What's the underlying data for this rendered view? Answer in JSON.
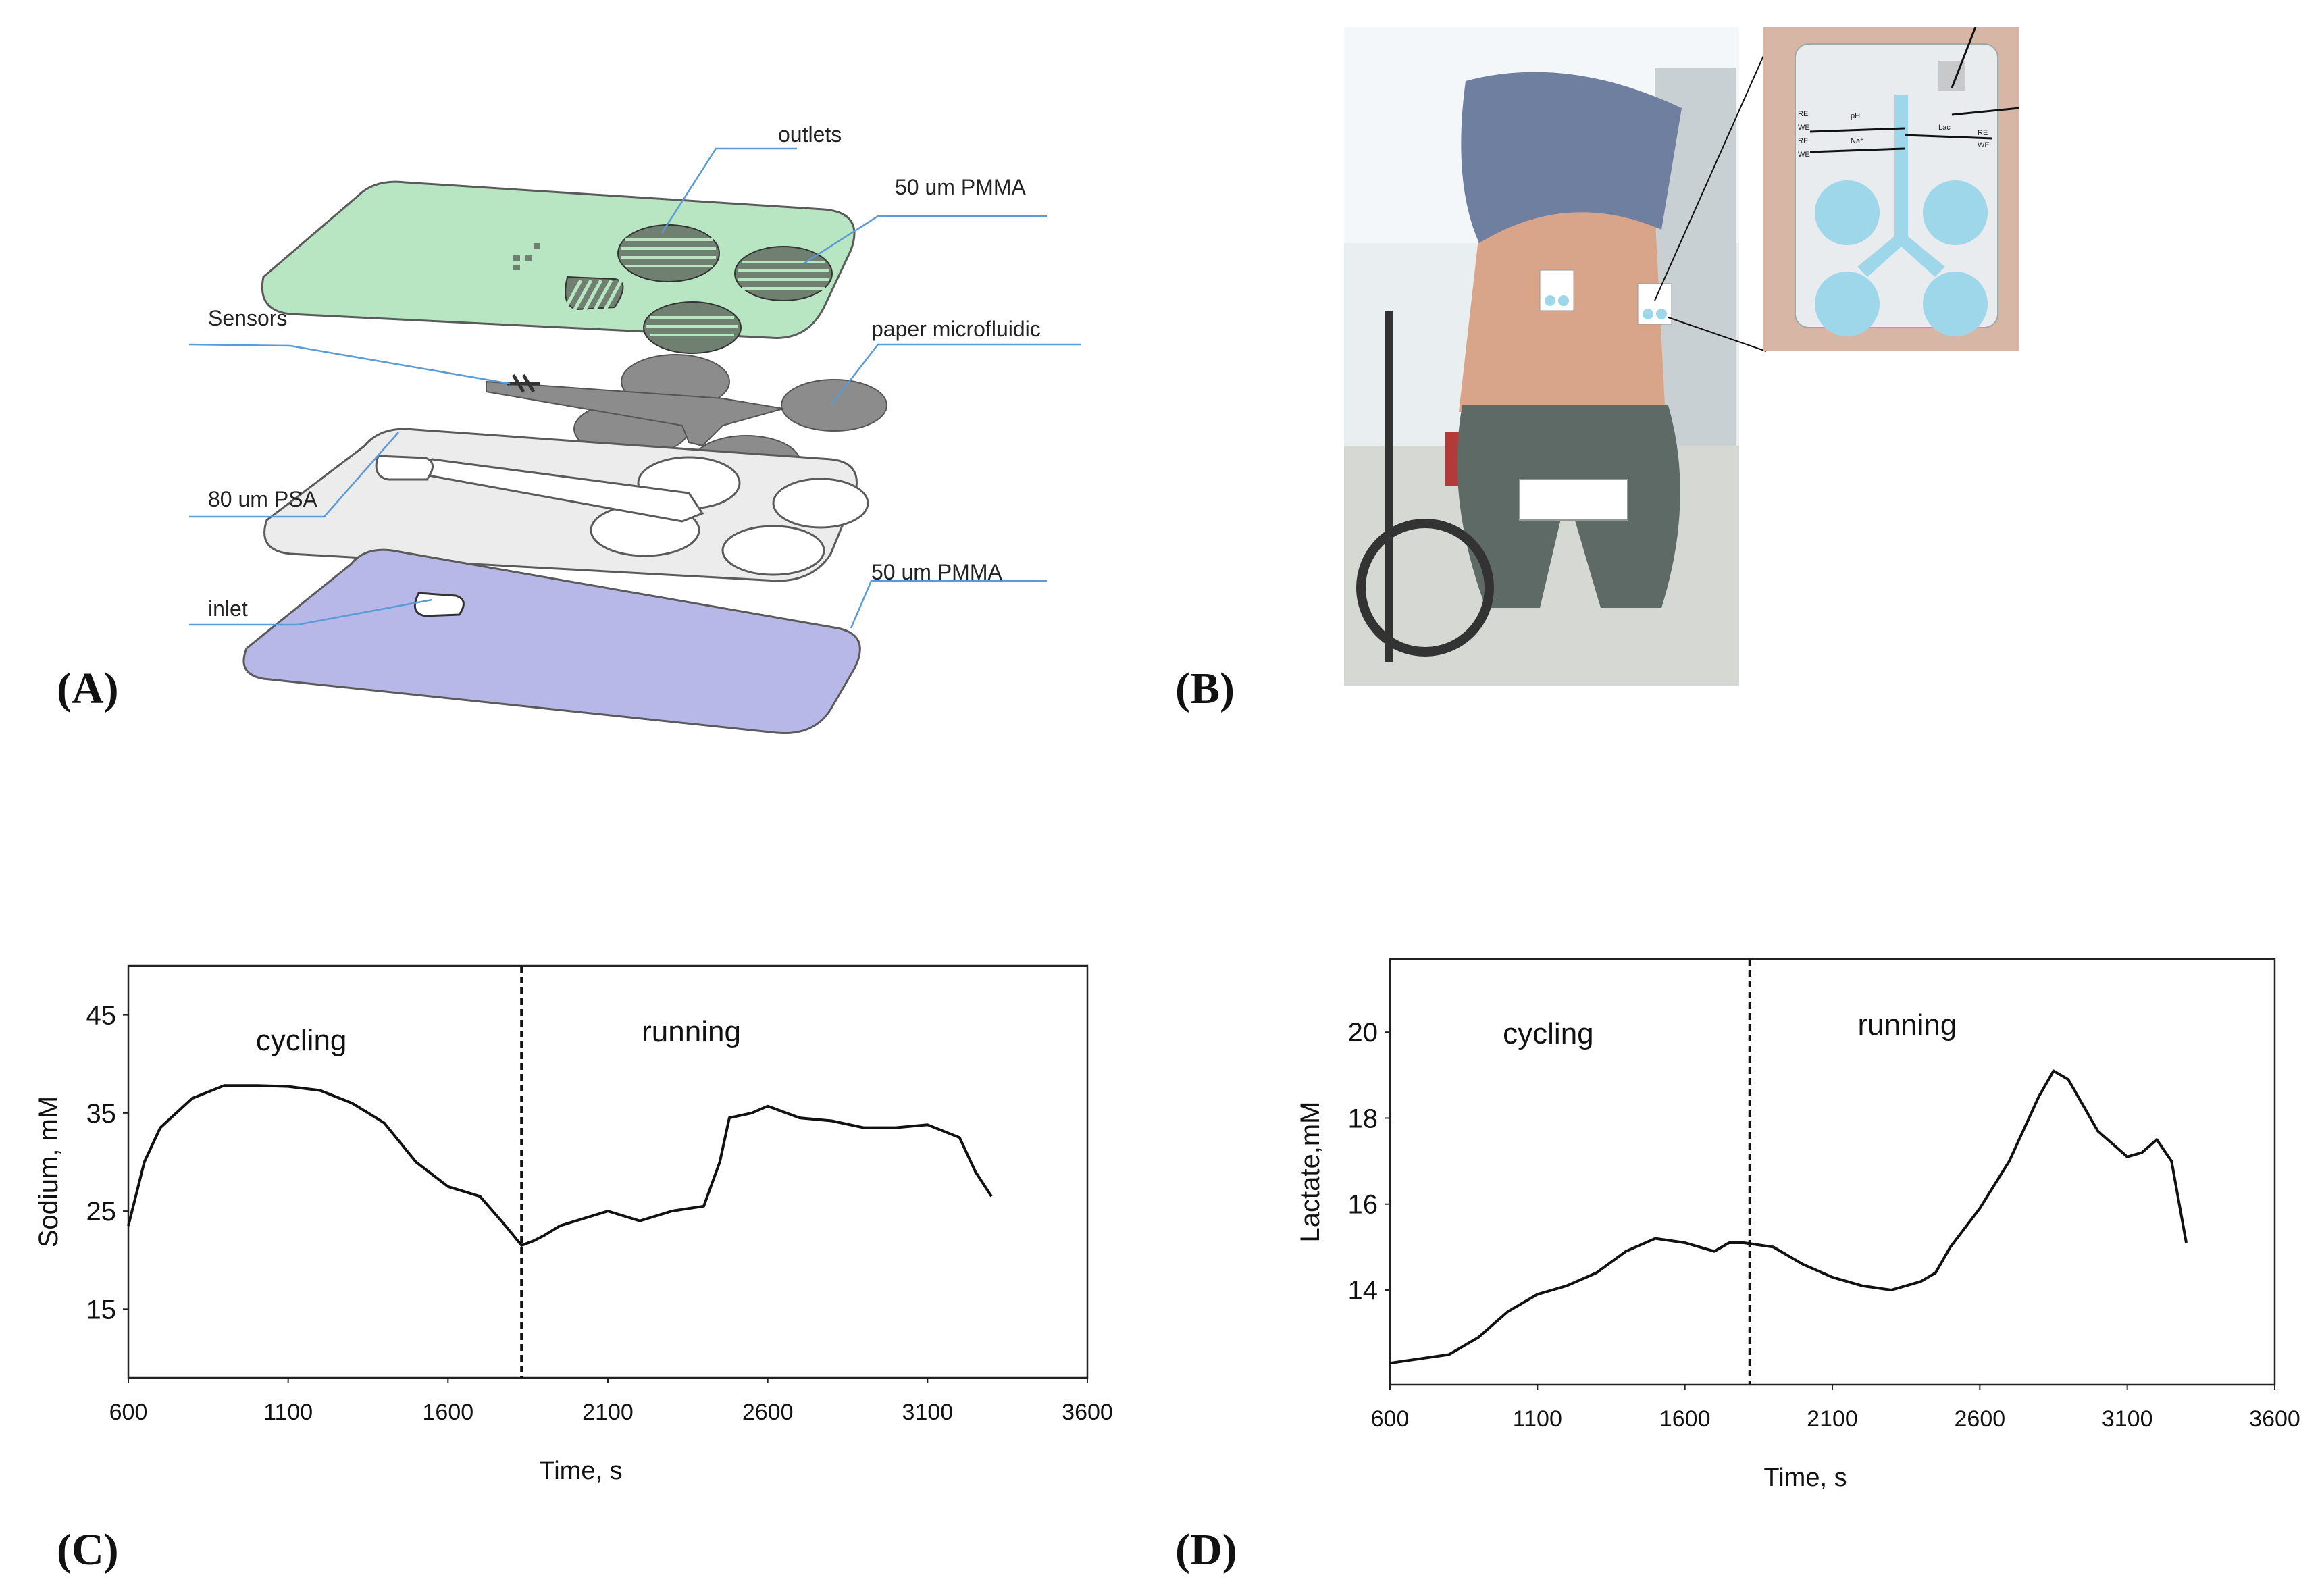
{
  "panels": {
    "a": "(A)",
    "b": "(B)",
    "c": "(C)",
    "d": "(D)"
  },
  "diagram": {
    "labels": {
      "outlets": "outlets",
      "pmma_top": "50 um PMMA",
      "sensors": "Sensors",
      "paper": "paper microfluidic",
      "psa": "80 um PSA",
      "inlet": "inlet",
      "pmma_bottom": "50 um PMMA"
    },
    "colors": {
      "top_layer": "#b8e6c2",
      "paper_layer": "#8c8c8c",
      "psa_layer": "#ececec",
      "bottom_layer": "#b8b8e8",
      "leader": "#5b9bd5"
    }
  },
  "photo": {
    "patch_labels": {
      "re1": "RE",
      "we1": "WE",
      "re2": "RE",
      "we2": "WE",
      "ph": "pH",
      "na": "Na⁺",
      "lac": "Lac",
      "re3": "RE",
      "we3": "WE"
    },
    "colors": {
      "skin": "#d9a58a",
      "shirt": "#6f7fa0",
      "pants": "#5d6a66",
      "patch_blue": "#9fd7ea",
      "wall": "#e9eef1"
    }
  },
  "chart_data": [
    {
      "type": "line",
      "panel": "C",
      "xlabel": "Time, s",
      "ylabel": "Sodium, mM",
      "xlim": [
        600,
        3600
      ],
      "ylim": [
        8,
        50
      ],
      "xticks": [
        600,
        1100,
        1600,
        2100,
        2600,
        3100,
        3600
      ],
      "yticks": [
        15,
        25,
        35,
        45
      ],
      "divider_x": 1830,
      "annotations": [
        "cycling",
        "running"
      ],
      "x": [
        600,
        650,
        700,
        800,
        900,
        1000,
        1100,
        1200,
        1300,
        1400,
        1500,
        1600,
        1700,
        1780,
        1830,
        1870,
        1900,
        1950,
        2000,
        2100,
        2200,
        2300,
        2400,
        2450,
        2480,
        2550,
        2600,
        2700,
        2800,
        2900,
        3000,
        3100,
        3200,
        3250,
        3300
      ],
      "y": [
        23.5,
        30,
        33.5,
        36.5,
        37.8,
        37.8,
        37.7,
        37.3,
        36,
        34,
        30,
        27.5,
        26.5,
        23.5,
        21.5,
        22,
        22.5,
        23.5,
        24,
        25,
        24,
        25,
        25.5,
        30,
        34.5,
        35,
        35.7,
        34.5,
        34.2,
        33.5,
        33.5,
        33.8,
        32.5,
        29,
        26.5
      ],
      "line_color": "#111111"
    },
    {
      "type": "line",
      "panel": "D",
      "xlabel": "Time, s",
      "ylabel": "Lactate,mM",
      "xlim": [
        600,
        3600
      ],
      "ylim": [
        11.8,
        21.7
      ],
      "xticks": [
        600,
        1100,
        1600,
        2100,
        2600,
        3100,
        3600
      ],
      "yticks": [
        14,
        16,
        18,
        20
      ],
      "divider_x": 1820,
      "annotations": [
        "cycling",
        "running"
      ],
      "x": [
        600,
        700,
        800,
        900,
        1000,
        1100,
        1200,
        1300,
        1400,
        1500,
        1600,
        1700,
        1750,
        1800,
        1900,
        2000,
        2100,
        2200,
        2300,
        2400,
        2450,
        2500,
        2600,
        2700,
        2800,
        2850,
        2900,
        3000,
        3100,
        3150,
        3200,
        3250,
        3300
      ],
      "y": [
        12.3,
        12.4,
        12.5,
        12.9,
        13.5,
        13.9,
        14.1,
        14.4,
        14.9,
        15.2,
        15.1,
        14.9,
        15.1,
        15.1,
        15.0,
        14.6,
        14.3,
        14.1,
        14.0,
        14.2,
        14.4,
        15.0,
        15.9,
        17.0,
        18.5,
        19.1,
        18.9,
        17.7,
        17.1,
        17.2,
        17.5,
        17.0,
        15.1
      ],
      "line_color": "#111111"
    }
  ]
}
